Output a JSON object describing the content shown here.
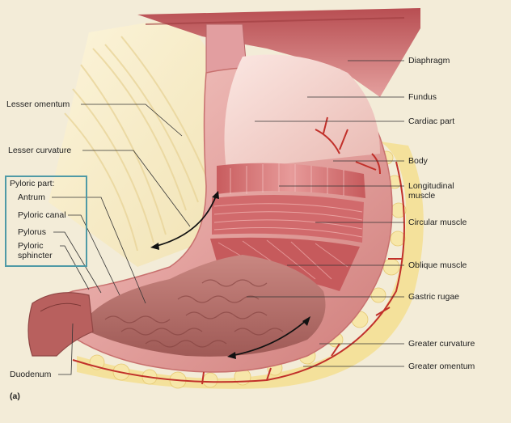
{
  "panel_label": "(a)",
  "colors": {
    "background": "#f3ecd8",
    "stomach_muscle": "#d9787a",
    "stomach_lining": "#b9706c",
    "fat": "#f3e6a0",
    "vessel": "#c1302a",
    "pyloric_box": "#4f9aa6",
    "leader_line": "#333333"
  },
  "labels": {
    "right": {
      "diaphragm": "Diaphragm",
      "fundus": "Fundus",
      "cardiac_part": "Cardiac part",
      "body": "Body",
      "longitudinal_muscle": "Longitudinal muscle",
      "circular_muscle": "Circular muscle",
      "oblique_muscle": "Oblique muscle",
      "gastric_rugae": "Gastric rugae",
      "greater_curvature": "Greater curvature",
      "greater_omentum": "Greater omentum"
    },
    "left": {
      "lesser_omentum": "Lesser omentum",
      "lesser_curvature": "Lesser curvature",
      "pyloric_part": "Pyloric part:",
      "antrum": "Antrum",
      "pyloric_canal": "Pyloric canal",
      "pylorus": "Pylorus",
      "pyloric_sphincter": "Pyloric sphincter",
      "duodenum": "Duodenum"
    }
  }
}
